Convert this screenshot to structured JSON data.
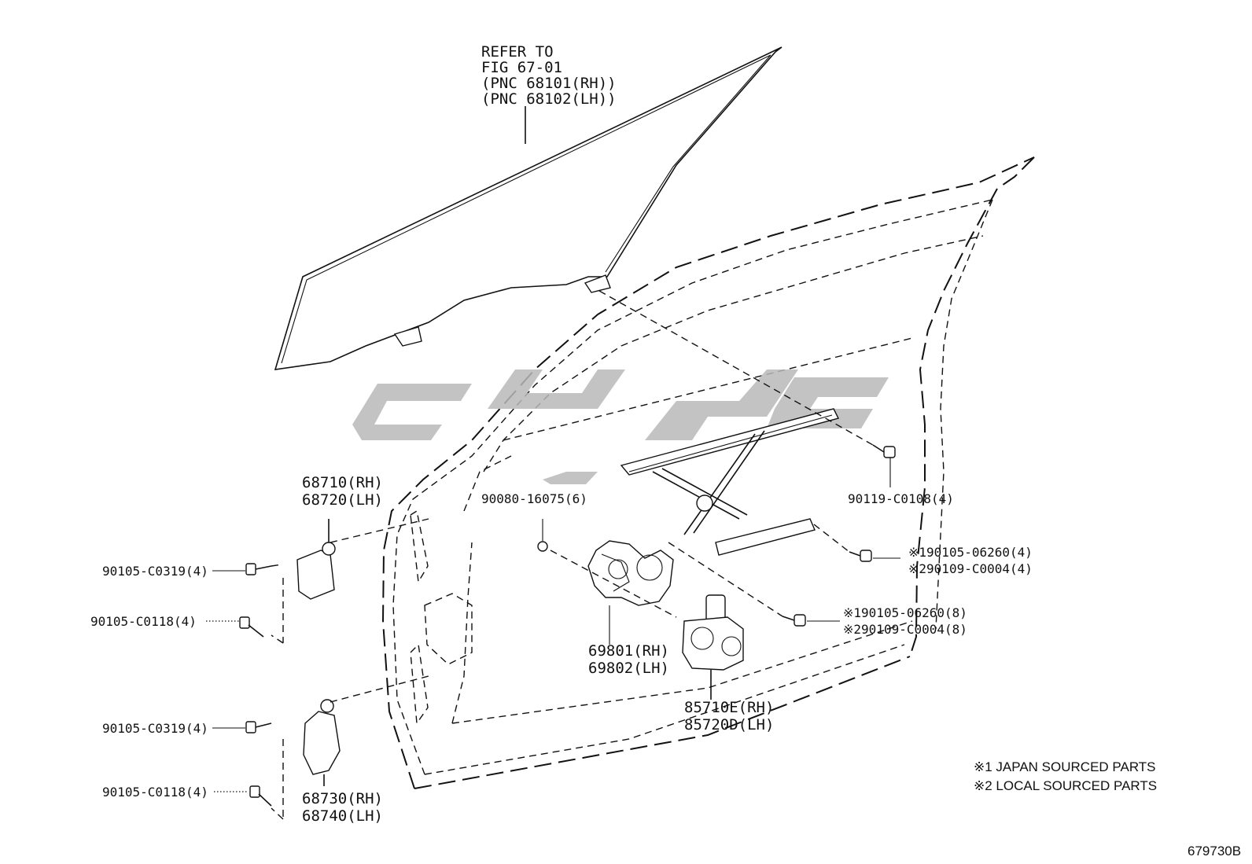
{
  "diagram_id": "679730B",
  "glass_reference": {
    "line1": "REFER TO",
    "line2": "FIG 67-01",
    "line3": "(PNC 68101(RH))",
    "line4": "(PNC 68102(LH))"
  },
  "parts": {
    "upper_hinge": {
      "rh": "68710(RH)",
      "lh": "68720(LH)"
    },
    "lower_hinge": {
      "rh": "68730(RH)",
      "lh": "68740(LH)"
    },
    "regulator": {
      "rh": "69801(RH)",
      "lh": "69802(LH)"
    },
    "motor": {
      "rh": "85710E(RH)",
      "lh": "85720D(LH)"
    }
  },
  "bolts": {
    "hinge_upper_bolt": "90105-C0319(4)",
    "hinge_upper_bolt2": "90105-C0118(4)",
    "hinge_lower_bolt": "90105-C0319(4)",
    "hinge_lower_bolt2": "90105-C0118(4)",
    "regulator_bolt": "90080-16075(6)",
    "glass_bolt": "90119-C0108(4)",
    "rail_bolt_a": "※190105-06260(4)",
    "rail_bolt_b": "※290109-C0004(4)",
    "motor_bolt_a": "※190105-06260(8)",
    "motor_bolt_b": "※290109-C0004(8)"
  },
  "legend": {
    "note1": "※1 JAPAN SOURCED PARTS",
    "note2": "※2 LOCAL SOURCED PARTS"
  },
  "icons": {
    "watermark": "brand-logo-watermark",
    "bolt": "bolt-icon",
    "hinge": "hinge-icon",
    "regulator": "window-regulator-icon",
    "motor": "regulator-motor-icon"
  }
}
